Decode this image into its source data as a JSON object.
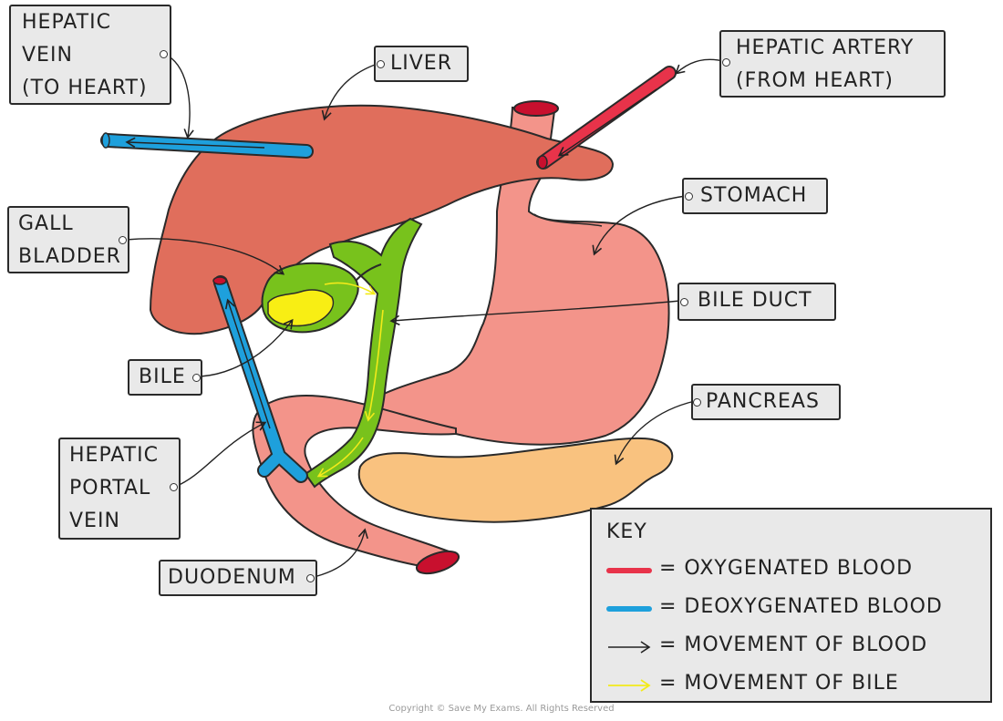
{
  "labels": {
    "hepatic_vein": [
      "HEPATIC",
      "VEIN",
      "(TO HEART)"
    ],
    "liver": "LIVER",
    "hepatic_artery": [
      "HEPATIC  ARTERY",
      "(FROM HEART)"
    ],
    "stomach": "STOMACH",
    "gall_bladder": [
      "GALL",
      "BLADDER"
    ],
    "bile_duct": "BILE  DUCT",
    "bile": "BILE",
    "pancreas": "PANCREAS",
    "hepatic_portal_vein": [
      "HEPATIC",
      "PORTAL",
      "VEIN"
    ],
    "duodenum": "DUODENUM"
  },
  "key": {
    "title": "KEY",
    "items": [
      {
        "symbol": "red-line",
        "text": "= OXYGENATED  BLOOD",
        "color": "#e8334a"
      },
      {
        "symbol": "blue-line",
        "text": "= DEOXYGENATED  BLOOD",
        "color": "#1ea0dc"
      },
      {
        "symbol": "black-arrow",
        "text": "= MOVEMENT  OF  BLOOD",
        "color": "#222222"
      },
      {
        "symbol": "yellow-arrow",
        "text": "= MOVEMENT  OF  BILE",
        "color": "#f2ea1a"
      }
    ]
  },
  "copyright": "Copyright © Save My Exams. All Rights Reserved",
  "colors": {
    "liver": "#e06e5c",
    "stomach": "#f3948a",
    "pancreas": "#f9c27f",
    "gall_bladder": "#78c21c",
    "bile": "#f8ee14",
    "oxygenated": "#e8334a",
    "deoxygenated": "#1ea0dc",
    "vessel_end": "#c8102e"
  }
}
